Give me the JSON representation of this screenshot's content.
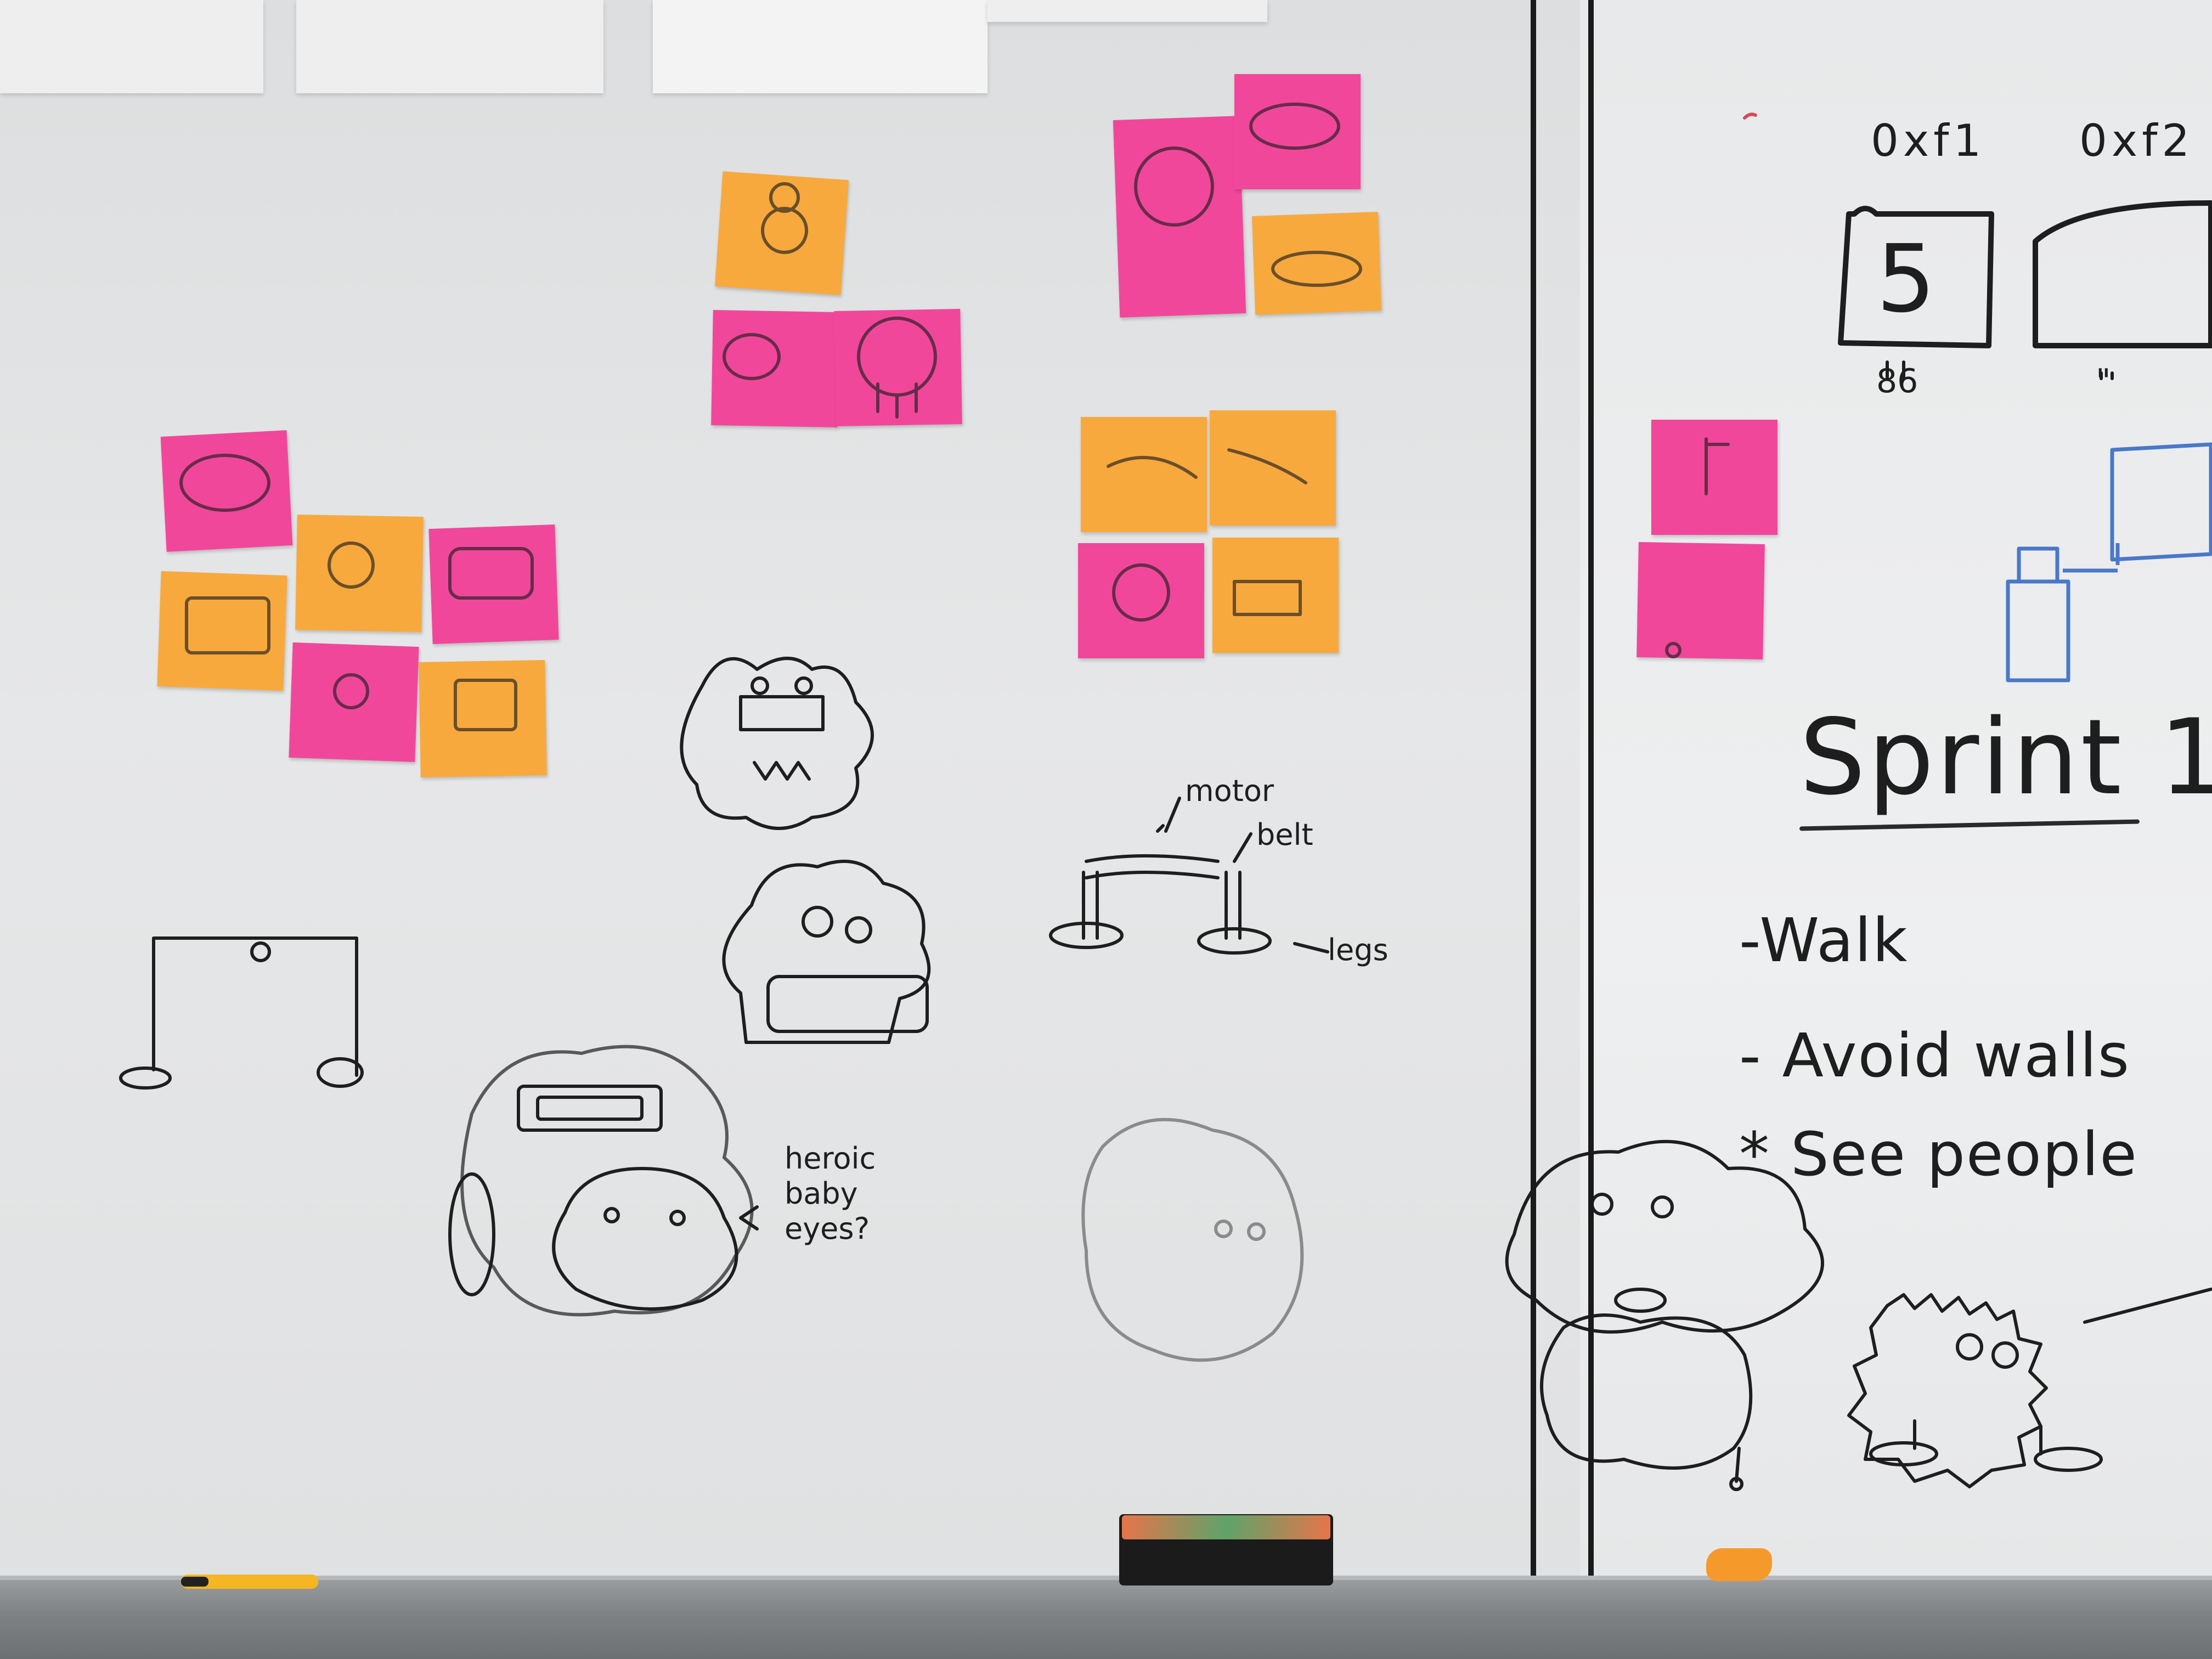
{
  "board": {
    "sprint": {
      "title": "Sprint 1",
      "items": [
        "-Walk",
        "- Avoid walls",
        "* See people"
      ]
    },
    "memory": {
      "addresses": [
        "0xf1",
        "0xf2"
      ],
      "cell_value": "5",
      "below_labels": [
        "86",
        "\""
      ]
    },
    "annotations": {
      "motor": "motor",
      "belt": "belt",
      "legs": "legs",
      "question": "heroic baby eyes?"
    }
  },
  "colors": {
    "sticky_pink": "#f1479b",
    "sticky_orange": "#f8a93d",
    "ink_black": "#1e1e1e",
    "ink_blue": "#4a78c8"
  }
}
